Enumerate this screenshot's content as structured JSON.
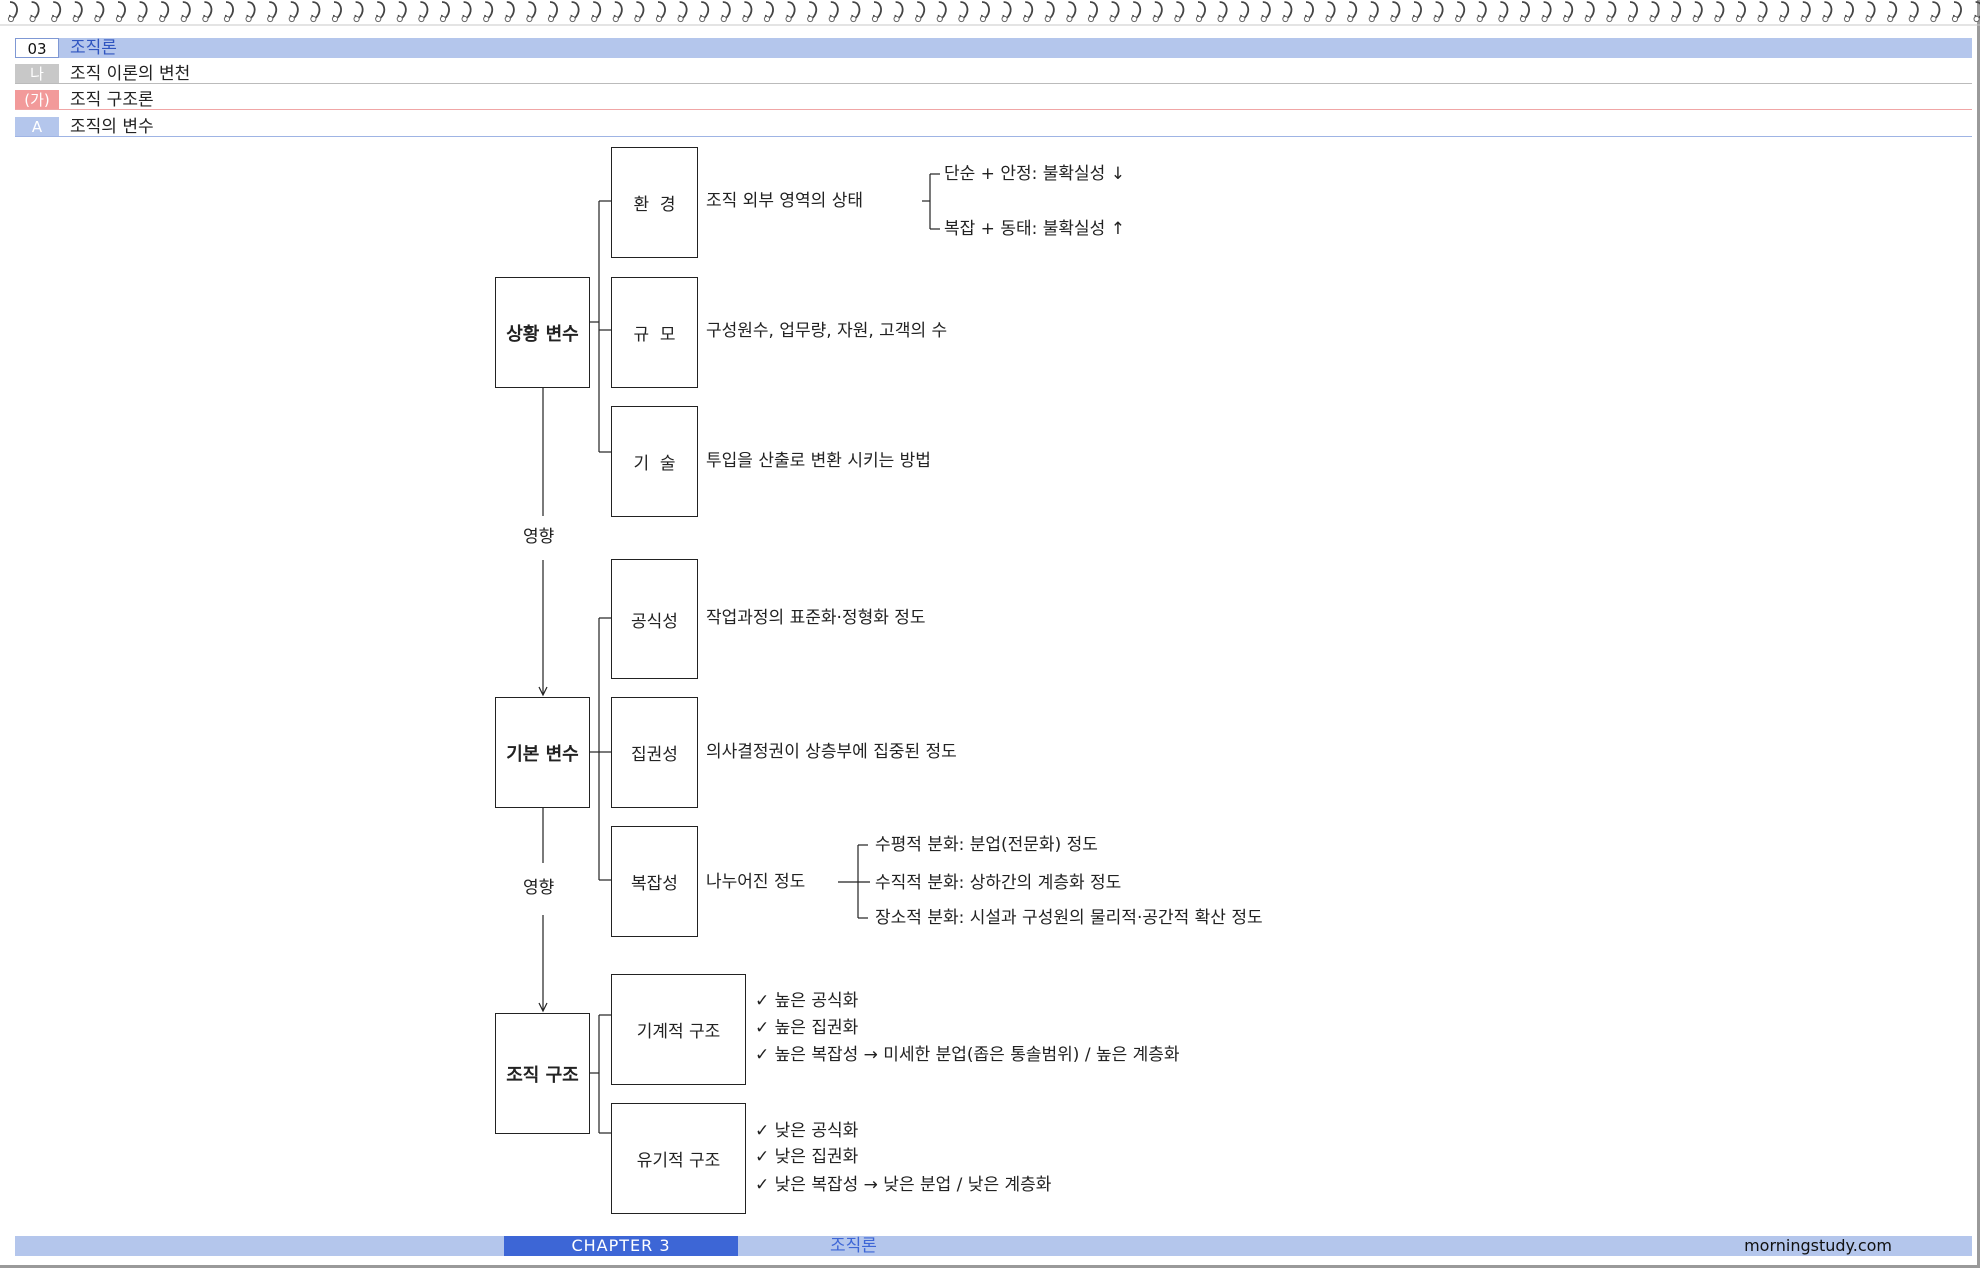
{
  "header": {
    "row1": {
      "num": "03",
      "title": "조직론"
    },
    "row2": {
      "tag": "나",
      "title": "조직 이론의 변천"
    },
    "row3": {
      "tag": "(가)",
      "title": "조직 구조론"
    },
    "row4": {
      "tag": "A",
      "title": "조직의 변수"
    }
  },
  "diagram": {
    "situational": {
      "label": "상황 변수",
      "items": [
        {
          "label": "환  경",
          "desc": "조직 외부 영역의 상태"
        },
        {
          "label": "규  모",
          "desc": "구성원수, 업무량, 자원, 고객의 수"
        },
        {
          "label": "기  술",
          "desc": "투입을 산출로 변환 시키는 방법"
        }
      ],
      "environment_branches": [
        "단순 + 안정: 불확실성 ↓",
        "복잡 + 동태: 불확실성 ↑"
      ]
    },
    "influence_1": "영향",
    "basic": {
      "label": "기본 변수",
      "items": [
        {
          "label": "공식성",
          "desc": "작업과정의 표준화·정형화 정도"
        },
        {
          "label": "집권성",
          "desc": "의사결정권이 상층부에 집중된 정도"
        },
        {
          "label": "복잡성",
          "desc": "나누어진 정도"
        }
      ],
      "complexity_branches": [
        "수평적 분화: 분업(전문화) 정도",
        "수직적 분화: 상하간의 계층화 정도",
        "장소적 분화: 시설과 구성원의 물리적·공간적 확산 정도"
      ]
    },
    "influence_2": "영향",
    "structure": {
      "label": "조직 구조",
      "mechanical": {
        "label": "기계적 구조",
        "points": [
          "✓ 높은 공식화",
          "✓ 높은 집권화",
          "✓ 높은 복잡성 → 미세한 분업(좁은 통솔범위) / 높은 계층화"
        ]
      },
      "organic": {
        "label": "유기적 구조",
        "points": [
          "✓ 낮은 공식화",
          "✓ 낮은 집권화",
          "✓ 낮은 복잡성 → 낮은 분업 / 낮은 계층화"
        ]
      }
    }
  },
  "footer": {
    "chapter": "CHAPTER 3",
    "subject": "조직론",
    "site": "morningstudy.com"
  },
  "colors": {
    "header_blue": "#b4c6ec",
    "accent_blue": "#3d66d6",
    "tag_grey": "#c8c8c8",
    "tag_red": "#f29a9a"
  }
}
